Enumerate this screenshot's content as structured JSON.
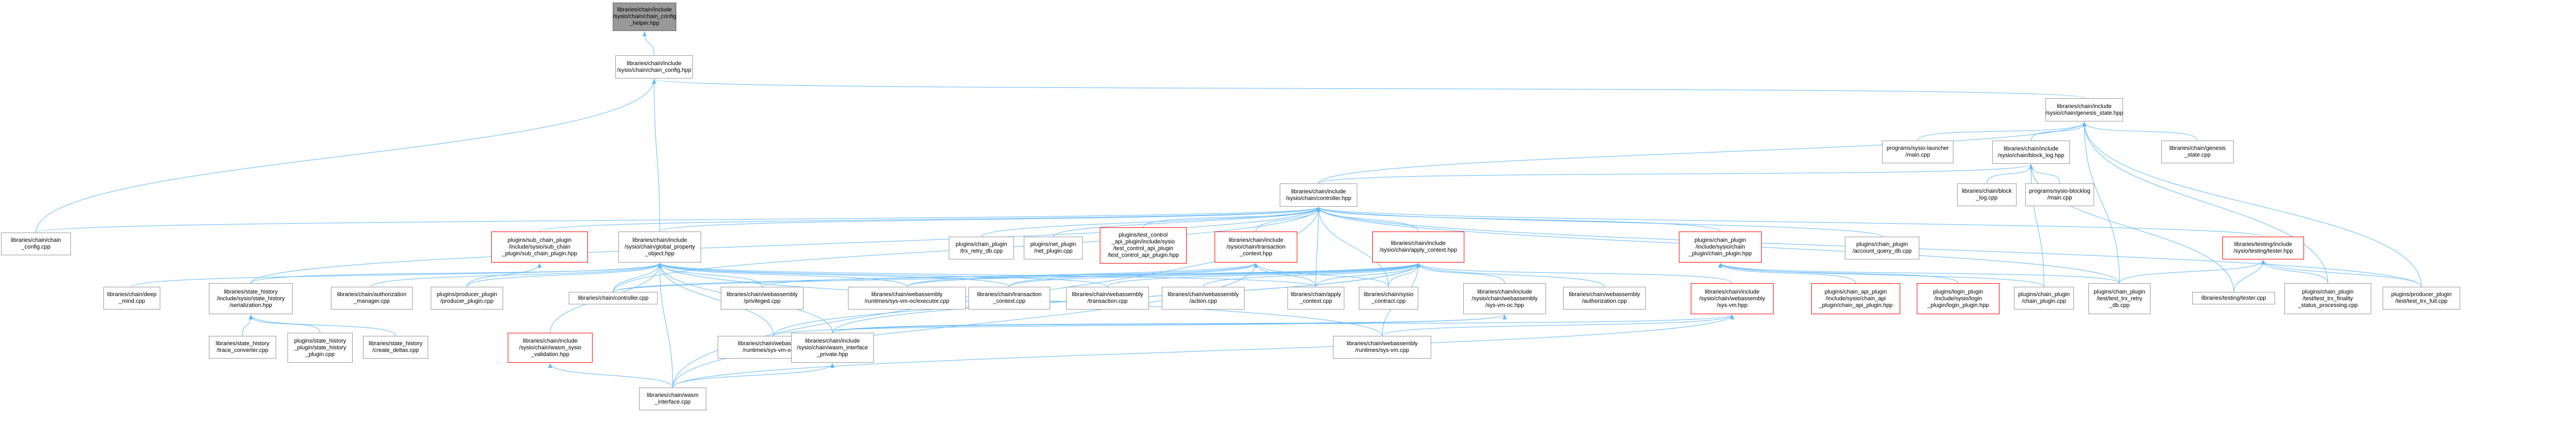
{
  "graph_title": "",
  "colors": {
    "edge": "#63b8ff",
    "node_border": "#999999",
    "root_fill": "#999999",
    "highlight_border": "#ff0000"
  },
  "nodes": {
    "chain_config_helper": "libraries/chain/include\n/sysio/chain/chain_config\n_helper.hpp",
    "chain_config": "libraries/chain/include\n/sysio/chain/chain_config.hpp",
    "genesis_state": "libraries/chain/include\n/sysio/chain/genesis_state.hpp",
    "chain_config_cpp": "libraries/chain/chain\n_config.cpp",
    "sysio_launcher": "programs/sysio-launcher\n/main.cpp",
    "block_log": "libraries/chain/include\n/sysio/chain/block_log.hpp",
    "genesis_state_cpp": "libraries/chain/genesis\n_state.cpp",
    "controller": "libraries/chain/include\n/sysio/chain/controller.hpp",
    "block_log_cpp": "libraries/chain/block\n_log.cpp",
    "sysio_blocklog": "programs/sysio-blocklog\n/main.cpp",
    "global_property": "libraries/chain/include\n/sysio/chain/global_property\n_object.hpp",
    "sub_chain_plugin": "plugins/sub_chain_plugin\n/include/sysio/sub_chain\n_plugin/sub_chain_plugin.hpp",
    "trx_retry_db": "plugins/chain_plugin\n/trx_retry_db.cpp",
    "net_plugin": "plugins/net_plugin\n/net_plugin.cpp",
    "test_control": "plugins/test_control\n_api_plugin/include/sysio\n/test_control_api_plugin\n/test_control_api_plugin.hpp",
    "transaction_context": "libraries/chain/include\n/sysio/chain/transaction\n_context.hpp",
    "apply_context": "libraries/chain/include\n/sysio/chain/apply_context.hpp",
    "chain_plugin_hpp": "plugins/chain_plugin\n/include/sysio/chain\n_plugin/chain_plugin.hpp",
    "account_query_db": "plugins/chain_plugin\n/account_query_db.cpp",
    "testing_tester": "libraries/testing/include\n/sysio/testing/tester.hpp",
    "deep_mind": "libraries/chain/deep\n_mind.cpp",
    "state_history_serialization": "libraries/state_history\n/include/sysio/state_history\n/serialization.hpp",
    "authorization_manager": "libraries/chain/authorization\n_manager.cpp",
    "producer_plugin_cpp": "plugins/producer_plugin\n/producer_plugin.cpp",
    "controller_cpp": "libraries/chain/controller.cpp",
    "webassembly_privileged": "libraries/chain/webassembly\n/privileged.cpp",
    "sys_vm_oc_executor": "libraries/chain/webassembly\n/runtimes/sys-vm-oc/executor.cpp",
    "transaction_context_cpp": "libraries/chain/transaction\n_context.cpp",
    "webassembly_transaction": "libraries/chain/webassembly\n/transaction.cpp",
    "webassembly_action": "libraries/chain/webassembly\n/action.cpp",
    "apply_context_cpp": "libraries/chain/apply\n_context.cpp",
    "sysio_contract": "libraries/chain/sysio\n_contract.cpp",
    "sys_vm_oc_hpp": "libraries/chain/include\n/sysio/chain/webassembly\n/sys-vm-oc.hpp",
    "webassembly_authorization": "libraries/chain/webassembly\n/authorization.cpp",
    "sys_vm_hpp": "libraries/chain/include\n/sysio/chain/webassembly\n/sys-vm.hpp",
    "chain_api_plugin": "plugins/chain_api_plugin\n/include/sysio/chain_api\n_plugin/chain_api_plugin.hpp",
    "login_plugin": "plugins/login_plugin\n/include/sysio/login\n_plugin/login_plugin.hpp",
    "chain_plugin_cpp": "plugins/chain_plugin\n/chain_plugin.cpp",
    "test_trx_retry_db": "plugins/chain_plugin\n/test/test_trx_retry\n_db.cpp",
    "tester_cpp": "libraries/testing/tester.cpp",
    "test_trx_finality": "plugins/chain_plugin\n/test/test_trx_finality\n_status_processing.cpp",
    "test_trx_full": "plugins/producer_plugin\n/test/test_trx_full.cpp",
    "trace_converter": "libraries/state_history\n/trace_converter.cpp",
    "state_history_plugin": "plugins/state_history\n_plugin/state_history\n_plugin.cpp",
    "create_deltas": "libraries/state_history\n/create_deltas.cpp",
    "wasm_sysio_validation": "libraries/chain/include\n/sysio/chain/wasm_sysio\n_validation.hpp",
    "sys_vm_oc_cpp": "libraries/chain/webassembly\n/runtimes/sys-vm-oc.cpp",
    "wasm_interface_private": "libraries/chain/include\n/sysio/chain/wasm_interface\n_private.hpp",
    "sys_vm_cpp": "libraries/chain/webassembly\n/runtimes/sys-vm.cpp",
    "wasm_interface_cpp": "libraries/chain/wasm\n_interface.cpp"
  }
}
